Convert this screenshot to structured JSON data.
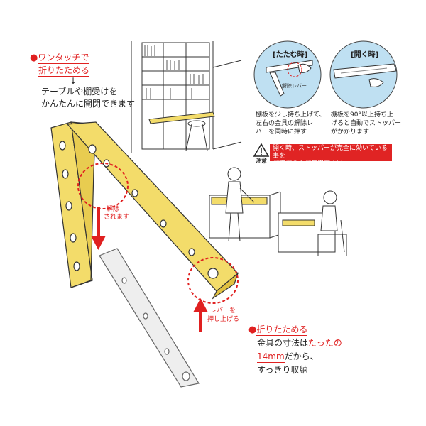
{
  "top_left": {
    "line1": "ワンタッチで",
    "line2": "折りたためる",
    "arrow": "↓",
    "line3": "テーブルや棚受けを",
    "line4": "かんたんに開閉できます"
  },
  "folding_panel": {
    "title": "[たたむ時]",
    "lever_label": "解除レバー",
    "caption_l1": "棚板を少し持ち上げて、",
    "caption_l2": "左右の金具の解除レ",
    "caption_l3": "バーを同時に押す"
  },
  "opening_panel": {
    "title": "[開く時]",
    "caption_l1": "棚板を90°以上持ち上",
    "caption_l2": "げると自動でストッパー",
    "caption_l3": "がかかります"
  },
  "caution": {
    "label": "注意",
    "line1": "開く時、ストッパーが完全に効いている事を",
    "line2": "ご確認の上ご使用下さい。"
  },
  "bracket_labels": {
    "released_l1": "解除",
    "released_l2": "されます",
    "push_l1": "レバーを",
    "push_l2": "押し上げる"
  },
  "bottom_right": {
    "heading": "折りたためる",
    "l1_a": "金具の寸法は",
    "l1_b": "たったの",
    "l2_a": "14mm",
    "l2_b": "だから、",
    "l3": "すっきり収納"
  },
  "colors": {
    "accent_red": "#e02020",
    "bracket_yellow": "#f3dc6a",
    "panel_blue": "#bfe0f2"
  }
}
